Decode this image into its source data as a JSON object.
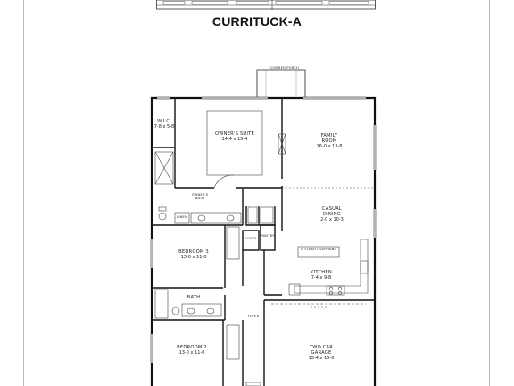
{
  "title": "CURRITUCK-A",
  "labels": {
    "covered_porch": "COVERED PORCH",
    "wic_name": "W.I.C.",
    "wic_dim": "7-8 x 5-8",
    "owners_suite_name": "OWNER'S SUITE",
    "owners_suite_dim": "14-4 x 15-4",
    "family_name": "FAMILY",
    "family_name2": "ROOM",
    "family_dim": "16-0 x 13-8",
    "owners_bath_name": "OWNER'S",
    "owners_bath_name2": "BATH",
    "linen": "LINEN",
    "casual_name": "CASUAL",
    "casual_name2": "DINING",
    "casual_dim": "2-0 x 10-3",
    "coats": "COATS",
    "pantry": "PANTRY",
    "island": "3' FLUSH OVERHANG",
    "bedroom3_name": "BEDROOM 3",
    "bedroom3_dim": "13-0 x 11-0",
    "kitchen_name": "KITCHEN",
    "kitchen_dim": "7-4 x 9-8",
    "bath_name": "BATH",
    "foyer": "FOYER",
    "bedroom2_name": "BEDROOM 2",
    "bedroom2_dim": "13-0 x 11-0",
    "garage_name": "TWO CAR",
    "garage_name2": "GARAGE",
    "garage_dim": "15-4 x 15-0"
  },
  "colors": {
    "wall": "#111111",
    "thin": "#555555",
    "frame": "#bdbdbd"
  }
}
